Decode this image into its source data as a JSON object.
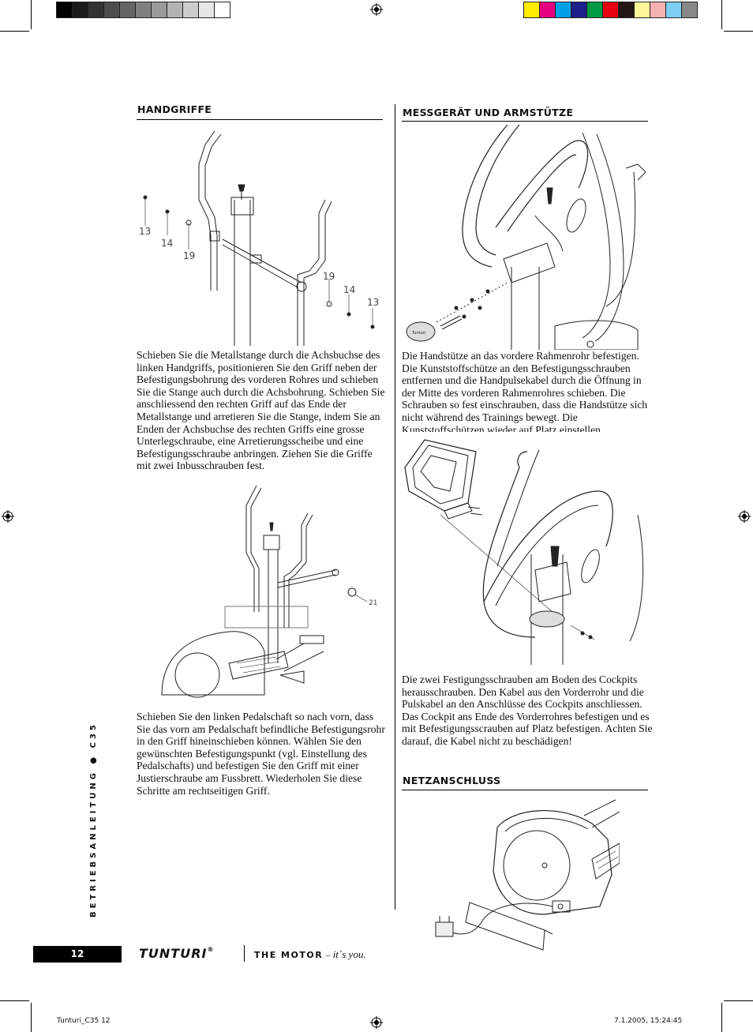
{
  "colors": {
    "gray_ramp": [
      "#000000",
      "#1a1a1a",
      "#333333",
      "#4d4d4d",
      "#666666",
      "#808080",
      "#999999",
      "#b3b3b3",
      "#cccccc",
      "#e6e6e6",
      "#ffffff"
    ],
    "color_bar": [
      "#ffec00",
      "#e4007f",
      "#00a0e9",
      "#1d2088",
      "#009944",
      "#e60012",
      "#231815",
      "#fff799",
      "#f5b2b2",
      "#7ecef4",
      "#888888"
    ]
  },
  "left": {
    "heading": "HANDGRIFFE",
    "figure1_labels": [
      "13",
      "14",
      "19",
      "19",
      "14",
      "13"
    ],
    "paragraph1": "Schieben Sie die Metallstange durch die Achsbuchse des linken Handgriffs, positionieren Sie den Griff neben der Befestigungsbohrung des vorderen Rohres und schieben Sie die Stange auch durch die Achsbohrung. Schieben Sie anschliessend den rechten Griff auf das Ende der Metallstange und arretieren Sie die Stange, indem Sie an Enden der Achsbuchse des rechten Griffs eine grosse Unterlegschraube, eine Arretierungsscheibe und eine Befestigungsschraube anbringen. Ziehen Sie die Griffe mit zwei Inbusschrauben fest.",
    "figure2_label": "21",
    "paragraph2": "Schieben Sie den linken Pedalschaft so nach vorn, dass Sie das vorn am Pedalschaft befindliche Befestigungsrohr in den Griff hineinschieben können. Wählen Sie den gewünschten Befestigungspunkt (vgl. Einstellung des Pedalschafts) und befestigen Sie den Griff mit einer Justierschraube am Fussbrett. Wiederholen Sie diese Schritte am rechtseitigen Griff."
  },
  "right": {
    "heading1": "MESSGERÄT UND ARMSTÜTZE",
    "paragraph1": "Die Handstütze an das vordere Rahmenrohr befestigen. Die Kunststoffschütze an den Befestigungsschrauben entfernen und die Handpulsekabel durch die Öffnung in der Mitte des vorderen Rahmenrohres schieben. Die Schrauben so fest einschrauben, dass die Handstütze sich nicht während des Trainings bewegt. Die Kunststoffschützen wieder auf Platz einstellen.",
    "paragraph2": "Die zwei Festigungsschrauben am Boden des Cockpits herausschrauben. Den Kabel aus den Vorderrohr und die Pulskabel an den Anschlüsse des Cockpits anschliessen. Das Cockpit ans Ende des Vorderrohres befestigen und es mit Befestigungsscrauben auf Platz befestigen. Achten Sie darauf, die Kabel nicht zu beschädigen!",
    "heading2": "NETZANSCHLUSS"
  },
  "sidebar": {
    "title": "BETRIEBSANLEITUNG",
    "bullet": "●",
    "model": "C35"
  },
  "footer": {
    "page_number": "12",
    "brand": "TUNTURI",
    "registered": "®",
    "tagline_main": "THE MOTOR",
    "tagline_dash": "–",
    "tagline_italic": "it´s you."
  },
  "slug": {
    "file": "Tunturi_C35   12",
    "timestamp": "7.1.2005, 15:24:45"
  }
}
